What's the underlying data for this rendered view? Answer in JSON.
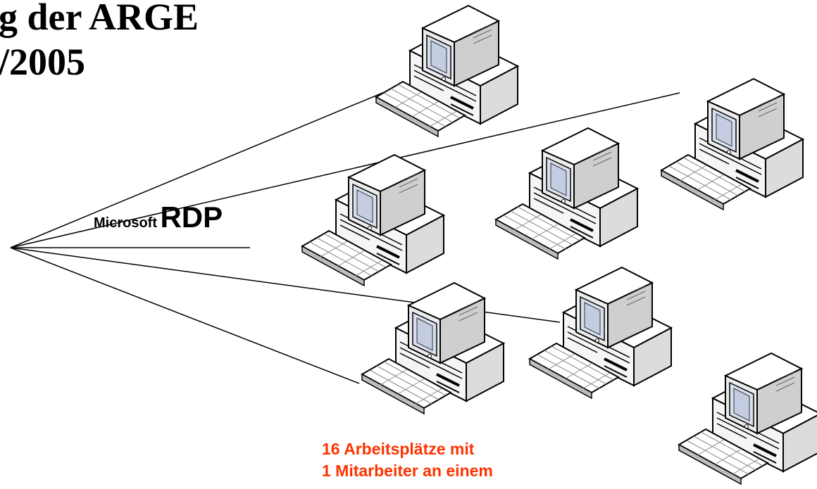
{
  "title": {
    "line1": "g der ARGE",
    "line2": "/2005"
  },
  "protocol": {
    "vendor": "Microsoft",
    "name": "RDP"
  },
  "note": {
    "line1": "16 Arbeitsplätze mit",
    "line2": "1 Mitarbeiter an einem"
  },
  "colors": {
    "note": "#ff3300",
    "lines": "#000000"
  },
  "icons": [
    "computer-workstation-icon"
  ]
}
